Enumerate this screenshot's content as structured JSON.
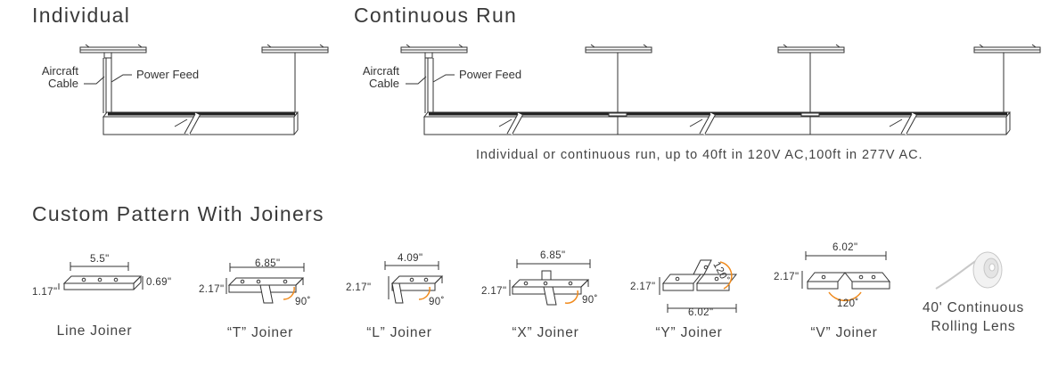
{
  "individual": {
    "title": "Individual",
    "aircraft_cable_line1": "Aircraft",
    "aircraft_cable_line2": "Cable",
    "power_feed": "Power Feed"
  },
  "continuous": {
    "title": "Continuous Run",
    "aircraft_cable_line1": "Aircraft",
    "aircraft_cable_line2": "Cable",
    "power_feed": "Power Feed",
    "note": "Individual or continuous run, up to 40ft in 120V AC,100ft in 277V AC."
  },
  "joiners": {
    "title": "Custom Pattern With Joiners",
    "items": [
      {
        "caption": "Line Joiner",
        "dims": [
          "5.5\"",
          "1.17\"",
          "0.69\""
        ]
      },
      {
        "caption": "“T” Joiner",
        "dims": [
          "6.85\"",
          "2.17\"",
          "90˚"
        ]
      },
      {
        "caption": "“L” Joiner",
        "dims": [
          "4.09\"",
          "2.17\"",
          "90˚"
        ]
      },
      {
        "caption": "“X” Joiner",
        "dims": [
          "6.85\"",
          "2.17\"",
          "90˚"
        ]
      },
      {
        "caption": "“Y” Joiner",
        "dims": [
          "120˚",
          "2.17\"",
          "6.02\""
        ]
      },
      {
        "caption": "“V” Joiner",
        "dims": [
          "6.02\"",
          "2.17\"",
          "120˚"
        ]
      },
      {
        "caption_line1": "40' Continuous",
        "caption_line2": "Rolling Lens"
      }
    ]
  },
  "colors": {
    "accent": "#f08a1c",
    "line": "#333333"
  }
}
